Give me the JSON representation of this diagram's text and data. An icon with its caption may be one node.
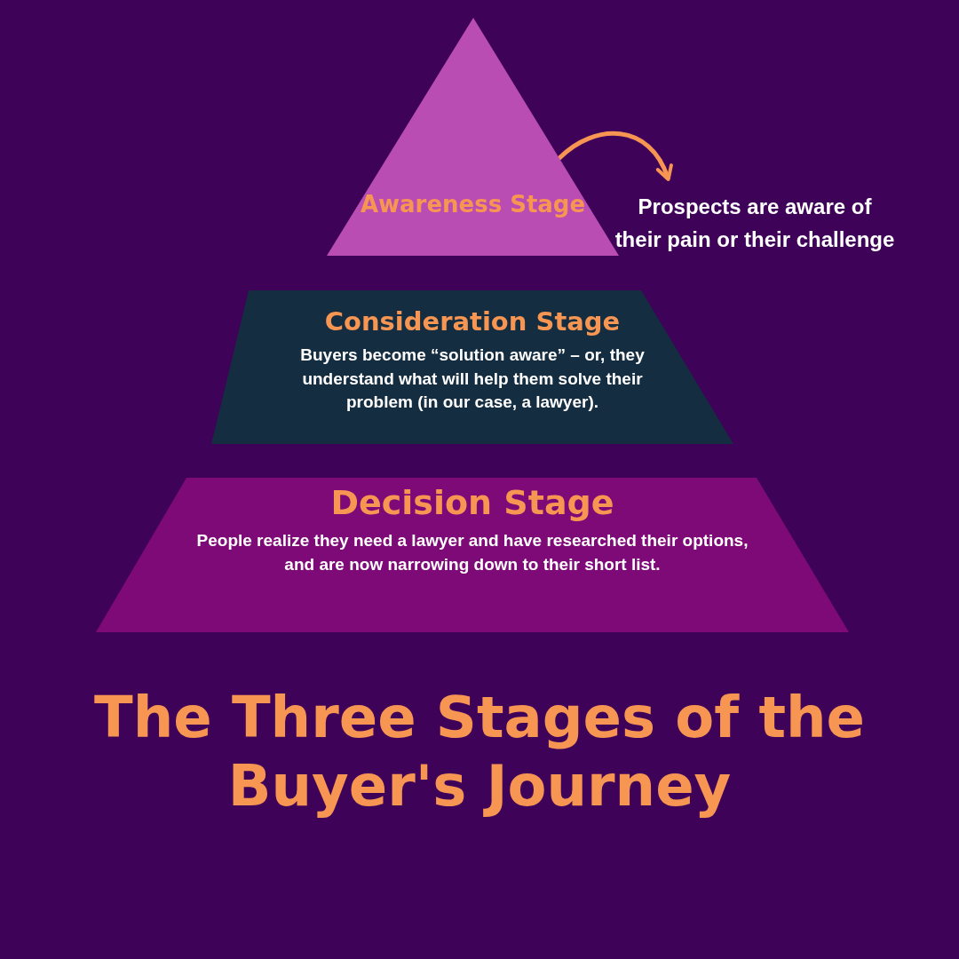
{
  "diagram": {
    "title": "The Three Stages of the Buyer's Journey",
    "nodes": [
      {
        "text": [
          "Awareness Stage"
        ]
      },
      {
        "text": [
          "Prospects are aware of their pain or their challenge"
        ]
      },
      {
        "text": [
          "Consideration Stage",
          "Buyers become “solution aware” – or, they understand what will help them solve their problem (in our case, a lawyer)."
        ]
      },
      {
        "text": [
          "Decision Stage",
          "People realize they need a lawyer and have researched their options, and are now narrowing down to their short list."
        ]
      }
    ],
    "edges": [
      {
        "from": 0,
        "to": 1,
        "arrow": "to"
      }
    ]
  }
}
